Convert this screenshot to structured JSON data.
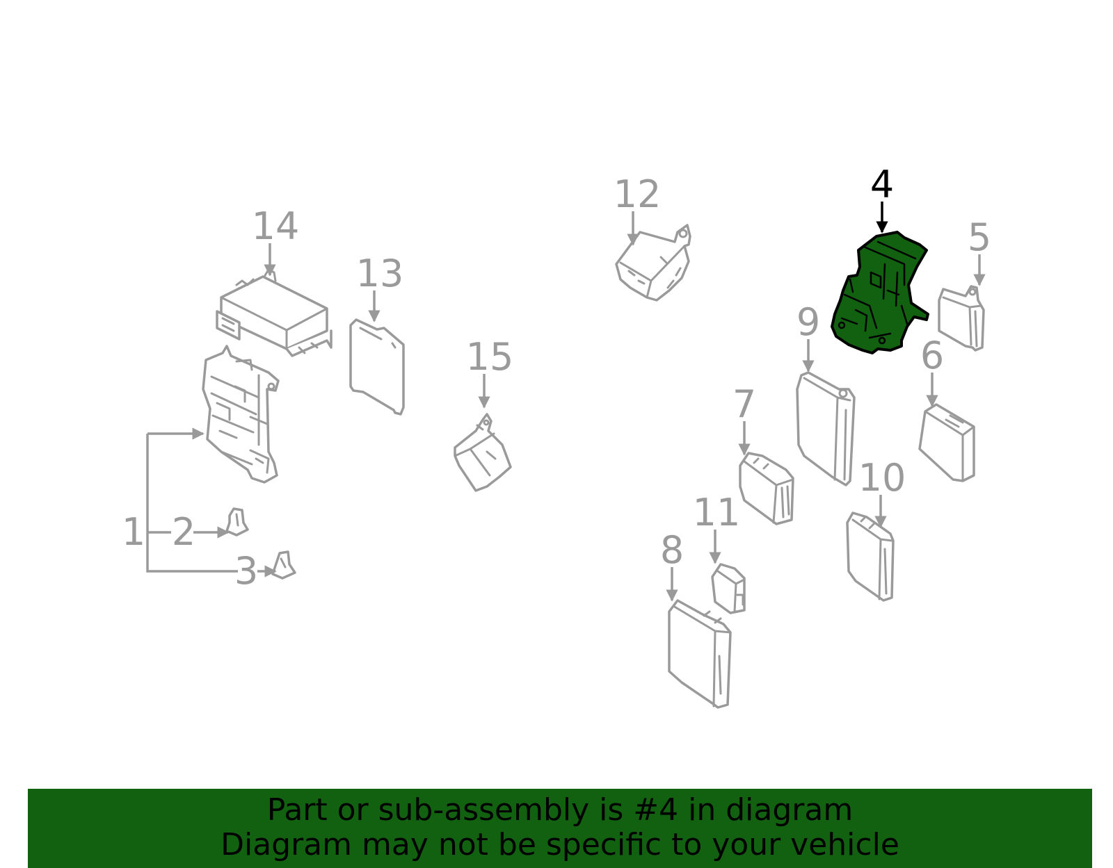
{
  "highlight_color": "#116111",
  "callout_color": "#9a9a9a",
  "highlight_callout_color": "#000000",
  "callouts": [
    {
      "id": "1",
      "label": "1",
      "highlighted": false
    },
    {
      "id": "2",
      "label": "2",
      "highlighted": false
    },
    {
      "id": "3",
      "label": "3",
      "highlighted": false
    },
    {
      "id": "4",
      "label": "4",
      "highlighted": true
    },
    {
      "id": "5",
      "label": "5",
      "highlighted": false
    },
    {
      "id": "6",
      "label": "6",
      "highlighted": false
    },
    {
      "id": "7",
      "label": "7",
      "highlighted": false
    },
    {
      "id": "8",
      "label": "8",
      "highlighted": false
    },
    {
      "id": "9",
      "label": "9",
      "highlighted": false
    },
    {
      "id": "10",
      "label": "10",
      "highlighted": false
    },
    {
      "id": "11",
      "label": "11",
      "highlighted": false
    },
    {
      "id": "12",
      "label": "12",
      "highlighted": false
    },
    {
      "id": "13",
      "label": "13",
      "highlighted": false
    },
    {
      "id": "14",
      "label": "14",
      "highlighted": false
    },
    {
      "id": "15",
      "label": "15",
      "highlighted": false
    }
  ],
  "banner": {
    "line1": "Part or sub-assembly is #4 in diagram",
    "line2": "Diagram may not be specific to your vehicle"
  }
}
